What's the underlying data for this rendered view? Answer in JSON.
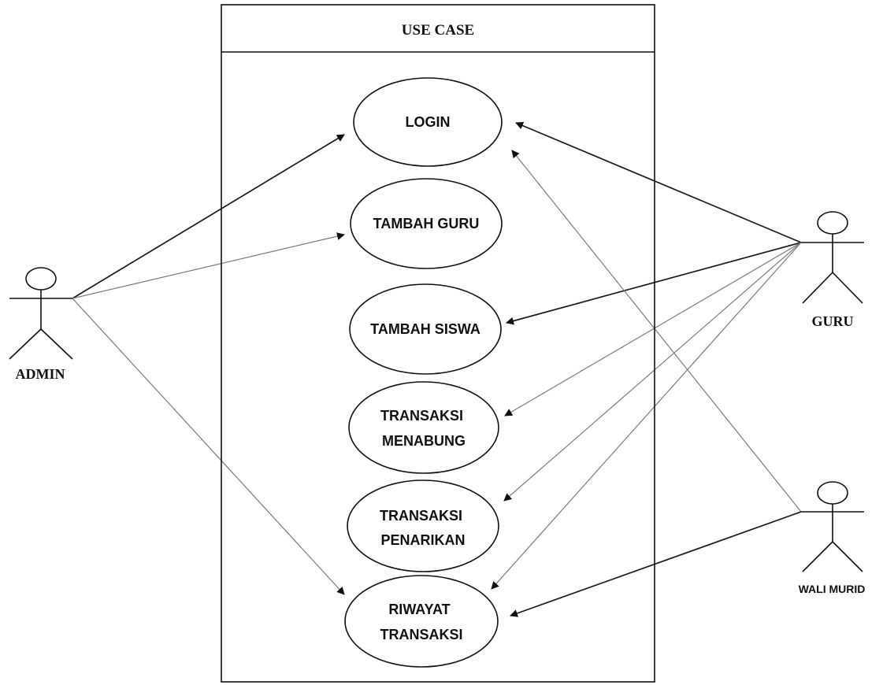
{
  "system": {
    "title": "USE CASE"
  },
  "use_cases": [
    {
      "id": "login",
      "lines": [
        "LOGIN"
      ]
    },
    {
      "id": "tambah-guru",
      "lines": [
        "TAMBAH GURU"
      ]
    },
    {
      "id": "tambah-siswa",
      "lines": [
        "TAMBAH SISWA"
      ]
    },
    {
      "id": "transaksi-menabung",
      "lines": [
        "TRANSAKSI",
        "MENABUNG"
      ]
    },
    {
      "id": "transaksi-penarikan",
      "lines": [
        "TRANSAKSI",
        "PENARIKAN"
      ]
    },
    {
      "id": "riwayat-transaksi",
      "lines": [
        "RIWAYAT",
        "TRANSAKSI"
      ]
    }
  ],
  "actors": [
    {
      "id": "admin",
      "label": "ADMIN"
    },
    {
      "id": "guru",
      "label": "GURU"
    },
    {
      "id": "wali-murid",
      "label": "WALI MURID"
    }
  ],
  "associations": [
    {
      "from": "admin",
      "to": "login"
    },
    {
      "from": "admin",
      "to": "tambah-guru"
    },
    {
      "from": "admin",
      "to": "riwayat-transaksi"
    },
    {
      "from": "guru",
      "to": "login"
    },
    {
      "from": "guru",
      "to": "tambah-siswa"
    },
    {
      "from": "guru",
      "to": "transaksi-menabung"
    },
    {
      "from": "guru",
      "to": "transaksi-penarikan"
    },
    {
      "from": "guru",
      "to": "riwayat-transaksi"
    },
    {
      "from": "wali-murid",
      "to": "login"
    },
    {
      "from": "wali-murid",
      "to": "riwayat-transaksi"
    }
  ]
}
